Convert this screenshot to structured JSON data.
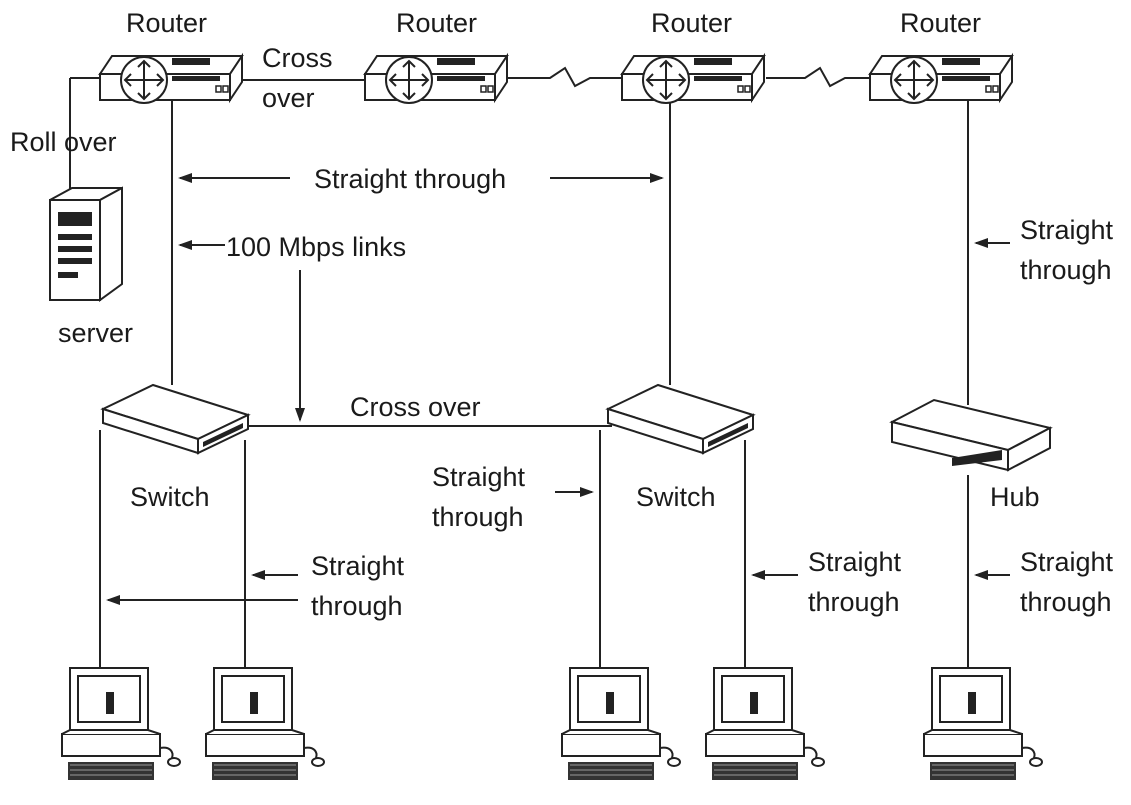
{
  "labels": {
    "router": "Router",
    "cross_over_top": "Cross\nover",
    "roll_over": "Roll over",
    "server": "server",
    "straight_through_top": "Straight through",
    "mbps_links": "100 Mbps links",
    "cross_over_mid": "Cross over",
    "switch": "Switch",
    "hub": "Hub",
    "straight_through_2line": "Straight\nthrough"
  }
}
